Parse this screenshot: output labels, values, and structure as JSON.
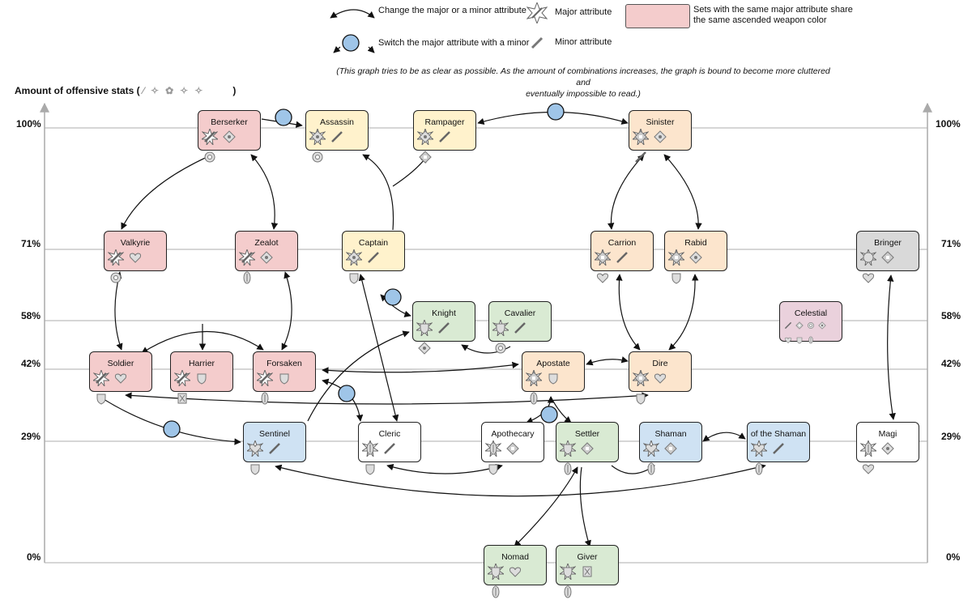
{
  "legend": {
    "change_label": "Change the major or a minor attribute",
    "switch_label": "Switch the major attribute with a minor",
    "major_label": "Major attribute",
    "minor_label": "Minor attribute",
    "color_label_line1": "Sets with the same major attribute share",
    "color_label_line2": "the same ascended weapon color",
    "note_line1": "(This graph tries to be as clear as possible. As the amount of combinations increases, the graph is bound to become more cluttered and",
    "note_line2": "eventually impossible to read.)"
  },
  "axis": {
    "title": "Amount of offensive stats (",
    "title_close": ")",
    "levels": [
      "100%",
      "71%",
      "58%",
      "42%",
      "29%",
      "0%"
    ]
  },
  "colors": {
    "red": "#f4cccc",
    "yellow": "#fff2cc",
    "orange": "#fce5cd",
    "green": "#d9ead3",
    "blue": "#cfe2f3",
    "white": "#ffffff",
    "gray": "#d9d9d9",
    "purple": "#ead1dc"
  },
  "nodes": [
    {
      "name": "Berserker",
      "color": "red",
      "icons": [
        "sword-icon",
        "precision-icon",
        "ferocity-icon"
      ]
    },
    {
      "name": "Assassin",
      "color": "yellow",
      "icons": [
        "precision-icon",
        "sword-icon",
        "ferocity-icon"
      ]
    },
    {
      "name": "Rampager",
      "color": "yellow",
      "icons": [
        "precision-icon",
        "sword-icon",
        "condition-icon"
      ]
    },
    {
      "name": "Sinister",
      "color": "orange",
      "icons": [
        "condition-icon",
        "precision-icon",
        "sword-icon"
      ]
    },
    {
      "name": "Valkyrie",
      "color": "red",
      "icons": [
        "sword-icon",
        "heart-icon",
        "ferocity-icon"
      ]
    },
    {
      "name": "Zealot",
      "color": "red",
      "icons": [
        "sword-icon",
        "precision-icon",
        "healing-icon"
      ]
    },
    {
      "name": "Captain",
      "color": "yellow",
      "icons": [
        "precision-icon",
        "sword-icon",
        "shield-icon"
      ]
    },
    {
      "name": "Carrion",
      "color": "orange",
      "icons": [
        "condition-icon",
        "sword-icon",
        "heart-icon"
      ]
    },
    {
      "name": "Rabid",
      "color": "orange",
      "icons": [
        "condition-icon",
        "precision-icon",
        "shield-icon"
      ]
    },
    {
      "name": "Bringer",
      "color": "gray",
      "icons": [
        "expertise-icon",
        "condition-icon",
        "heart-icon"
      ]
    },
    {
      "name": "Knight",
      "color": "green",
      "icons": [
        "shield-icon",
        "sword-icon",
        "precision-icon"
      ]
    },
    {
      "name": "Cavalier",
      "color": "green",
      "icons": [
        "shield-icon",
        "sword-icon",
        "ferocity-icon"
      ]
    },
    {
      "name": "Celestial",
      "color": "purple",
      "icons": [
        "sword-icon",
        "condition-icon",
        "ferocity-icon",
        "precision-icon",
        "heart-icon",
        "shield-icon",
        "healing-icon"
      ]
    },
    {
      "name": "Soldier",
      "color": "red",
      "icons": [
        "sword-icon",
        "heart-icon",
        "shield-icon"
      ]
    },
    {
      "name": "Harrier",
      "color": "red",
      "icons": [
        "sword-icon",
        "shield-icon",
        "boon-icon"
      ]
    },
    {
      "name": "Forsaken",
      "color": "red",
      "icons": [
        "sword-icon",
        "shield-icon",
        "healing-icon"
      ]
    },
    {
      "name": "Apostate",
      "color": "orange",
      "icons": [
        "condition-icon",
        "shield-icon",
        "healing-icon"
      ]
    },
    {
      "name": "Dire",
      "color": "orange",
      "icons": [
        "condition-icon",
        "heart-icon",
        "shield-icon"
      ]
    },
    {
      "name": "Sentinel",
      "color": "blue",
      "icons": [
        "heart-icon",
        "sword-icon",
        "shield-icon"
      ]
    },
    {
      "name": "Cleric",
      "color": "white",
      "icons": [
        "healing-icon",
        "sword-icon",
        "shield-icon"
      ]
    },
    {
      "name": "Apothecary",
      "color": "white",
      "icons": [
        "healing-icon",
        "condition-icon",
        "shield-icon"
      ]
    },
    {
      "name": "Settler",
      "color": "green",
      "icons": [
        "shield-icon",
        "condition-icon",
        "healing-icon"
      ]
    },
    {
      "name": "Shaman",
      "color": "blue",
      "icons": [
        "heart-icon",
        "condition-icon",
        "healing-icon"
      ]
    },
    {
      "name": "of the Shaman",
      "color": "blue",
      "icons": [
        "heart-icon",
        "sword-icon",
        "healing-icon"
      ]
    },
    {
      "name": "Magi",
      "color": "white",
      "icons": [
        "healing-icon",
        "precision-icon",
        "heart-icon"
      ]
    },
    {
      "name": "Nomad",
      "color": "green",
      "icons": [
        "shield-icon",
        "heart-icon",
        "healing-icon"
      ]
    },
    {
      "name": "Giver",
      "color": "green",
      "icons": [
        "shield-icon",
        "boon-icon",
        "healing-icon"
      ]
    }
  ]
}
